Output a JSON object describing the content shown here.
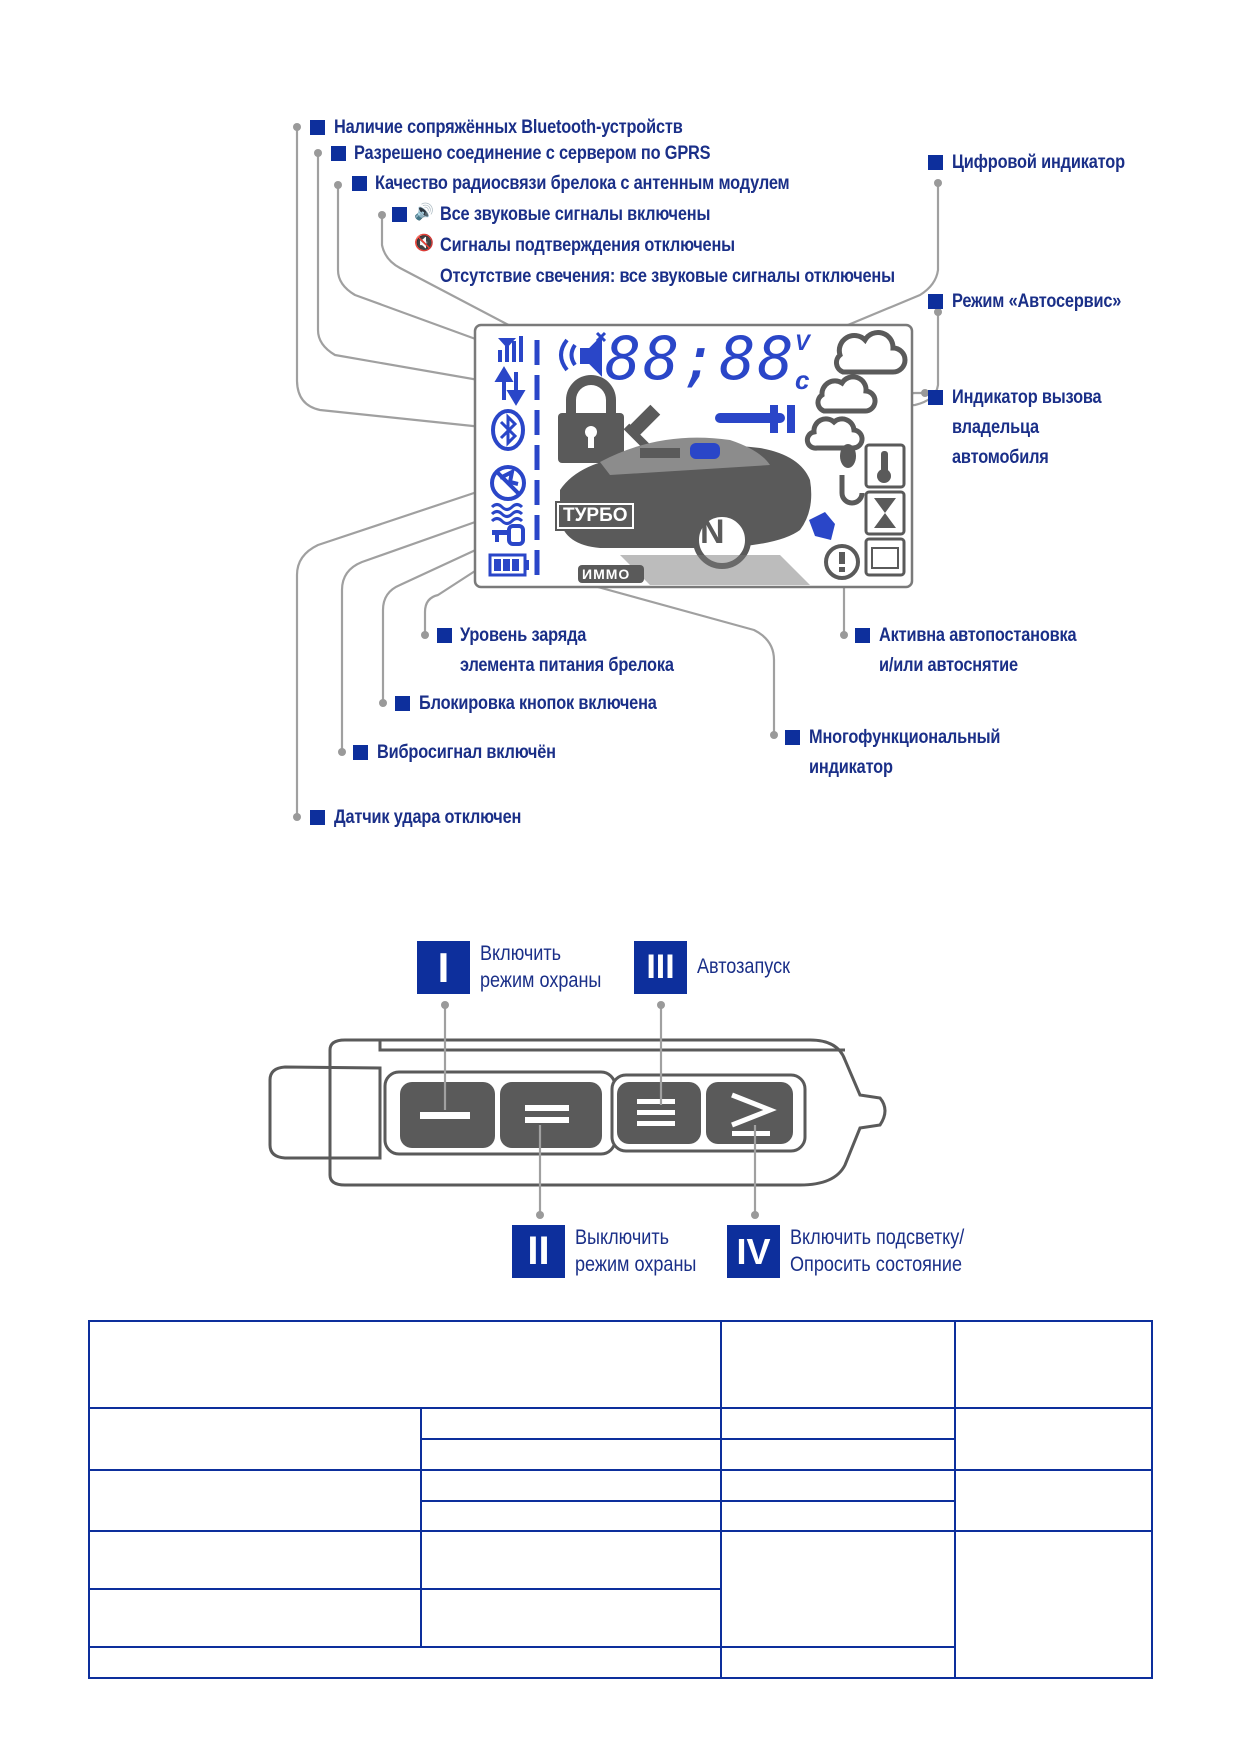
{
  "display_labels": {
    "bluetooth": "Наличие сопряжённых Bluetooth-устройств",
    "gprs": "Разрешено соединение с сервером по GPRS",
    "radio_quality": "Качество радиосвязи брелока с антенным модулем",
    "sound_on": "Все звуковые сигналы включены",
    "confirm_off": "Сигналы подтверждения отключены",
    "sound_none": "Отсутствие свечения: все звуковые сигналы отключены",
    "digital": "Цифровой индикатор",
    "autoservice": "Режим «Автосервис»",
    "owner_call_1": "Индикатор вызова",
    "owner_call_2": "владельца",
    "owner_call_3": "автомобиля",
    "battery_1": "Уровень заряда",
    "battery_2": "элемента питания брелока",
    "keylock": "Блокировка кнопок включена",
    "vibro": "Вибросигнал включён",
    "shock_off": "Датчик удара отключен",
    "autostart_1": "Активна автопостановка",
    "autostart_2": "и/или автоснятие",
    "multi_1": "Многофункциональный",
    "multi_2": "индикатор"
  },
  "lcd": {
    "digits": "88;88",
    "unit_v": "V",
    "unit_c": "c",
    "turbo": "ТУРБО",
    "immo": "ИММО",
    "gear": "N"
  },
  "buttons": {
    "b1": {
      "badge": "I",
      "line1": "Включить",
      "line2": "режим охраны"
    },
    "b2": {
      "badge": "II",
      "line1": "Выключить",
      "line2": "режим охраны"
    },
    "b3": {
      "badge": "III",
      "line1": "Автозапуск"
    },
    "b4": {
      "badge": "IV",
      "line1": "Включить подсветку/",
      "line2": "Опросить состояние"
    }
  },
  "colors": {
    "accent": "#0d2f9c",
    "lcd_blue": "#2a46c8",
    "lcd_gray": "#5a5a5a"
  }
}
